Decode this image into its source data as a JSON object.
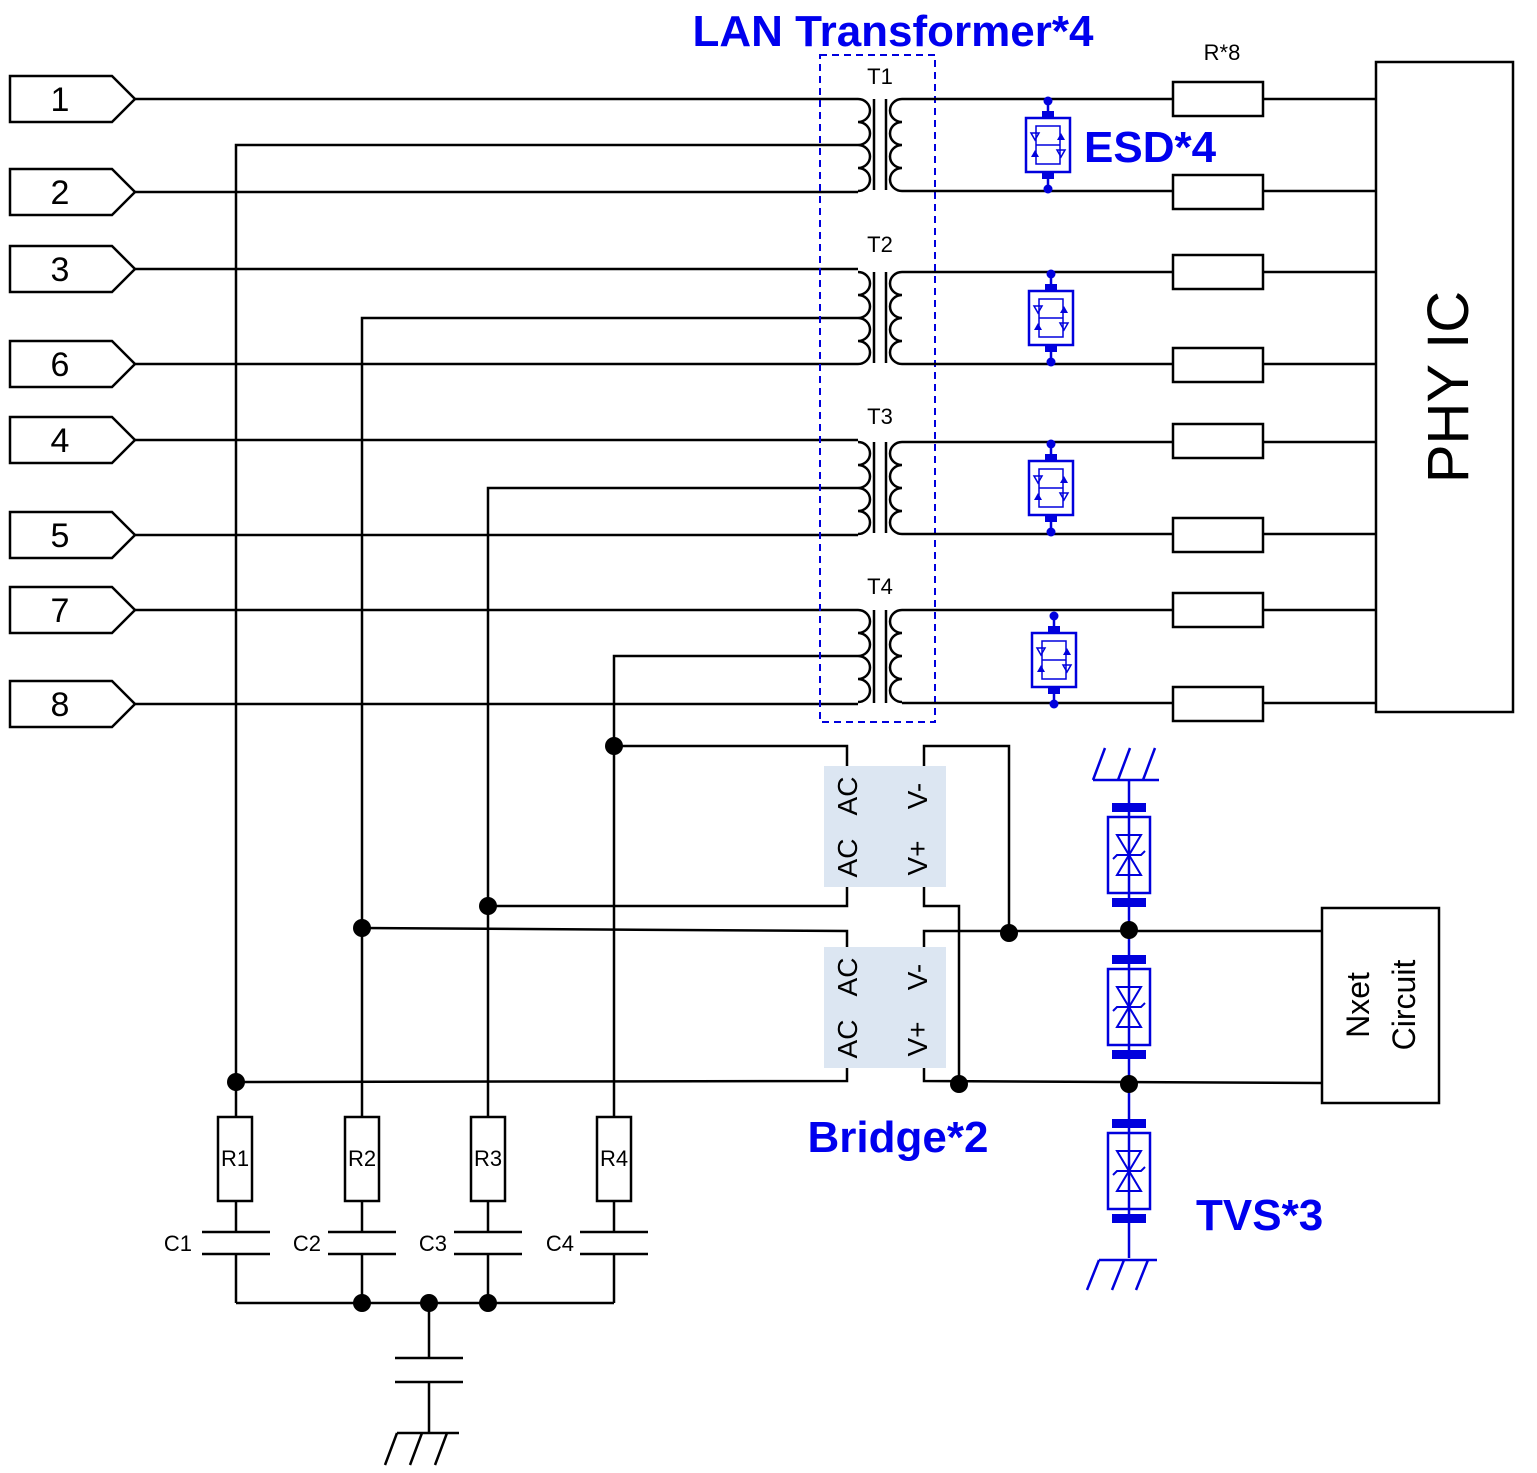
{
  "connector_pins": [
    "1",
    "2",
    "3",
    "6",
    "4",
    "5",
    "7",
    "8"
  ],
  "transformers": {
    "group_label": "LAN Transformer*4",
    "names": [
      "T1",
      "T2",
      "T3",
      "T4"
    ]
  },
  "esd_label": "ESD*4",
  "resistor_array_label": "R*8",
  "phy_label": "PHY IC",
  "bridge": {
    "label": "Bridge*2",
    "ac_label": "AC",
    "vminus_label": "V-",
    "vplus_label": "V+"
  },
  "tvs_label": "TVS*3",
  "next_circuit": {
    "line1": "Nxet",
    "line2": "Circuit"
  },
  "resistors": [
    "R1",
    "R2",
    "R3",
    "R4"
  ],
  "capacitors": [
    "C1",
    "C2",
    "C3",
    "C4"
  ],
  "colors": {
    "annotation": "#0000ee",
    "bridge_fill": "#dce6f2",
    "wire": "#000000"
  }
}
